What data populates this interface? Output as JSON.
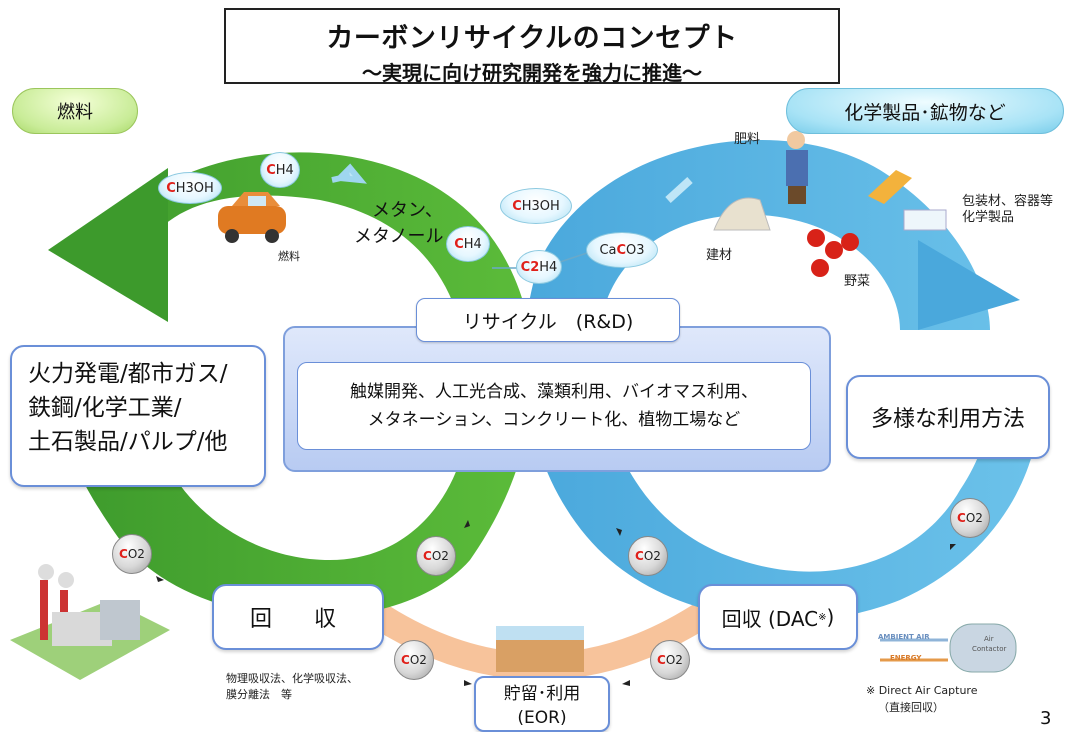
{
  "title": {
    "main": "カーボンリサイクルのコンセプト",
    "sub": "～実現に向け研究開発を強力に推進～"
  },
  "fuel_pill": "燃料",
  "chem_pill": "化学製品･鉱物など",
  "molecules": {
    "ch3oh_left": {
      "c": "C",
      "rest": "H3OH"
    },
    "ch4_left": {
      "c": "C",
      "rest": "H4"
    },
    "ch3oh_center": {
      "c": "C",
      "rest": "H3OH"
    },
    "ch4_center": {
      "c": "C",
      "rest": "H4"
    },
    "c2h4": {
      "c": "C2",
      "rest": "H4"
    },
    "caco3": {
      "pre": "Ca",
      "c": "C",
      "rest": "O3"
    }
  },
  "methane_label_1": "メタン、",
  "methane_label_2": "メタノール",
  "car_caption": "燃料",
  "fertilizer": "肥料",
  "building_material": "建材",
  "vegetables": "野菜",
  "packaging_1": "包装材、容器等",
  "packaging_2": "化学製品",
  "rnd": {
    "label": "リサイクル　(R&D)",
    "line1": "触媒開発、人工光合成、藻類利用、バイオマス利用、",
    "line2": "メタネーション、コンクリート化、植物工場など"
  },
  "left_box": {
    "line1": "火力発電/都市ガス/",
    "line2": "鉄鋼/化学工業/",
    "line3": "土石製品/パルプ/他"
  },
  "right_box": "多様な利用方法",
  "capture_box": "回　収",
  "dac_box": {
    "text": "回収 (DAC",
    "mark": "※",
    "close": ")"
  },
  "storage_box": {
    "line1": "貯留･利用",
    "line2": "(EOR)"
  },
  "co2": {
    "c": "C",
    "rest": "O2"
  },
  "capture_methods_1": "物理吸収法、化学吸収法、",
  "capture_methods_2": "膜分離法　等",
  "dac_note_1": "※ Direct Air Capture",
  "dac_note_2": "（直接回収）",
  "dac_image": {
    "ambient": "AMBIENT AIR",
    "energy": "ENERGY",
    "contactor_1": "Air",
    "contactor_2": "Contactor"
  },
  "page_number": "3",
  "colors": {
    "green_loop": "#4fae32",
    "blue_loop": "#5ab4e5",
    "orange_band": "#f6b98a",
    "box_border": "#6a8fd8",
    "c_red": "#e0201a"
  }
}
